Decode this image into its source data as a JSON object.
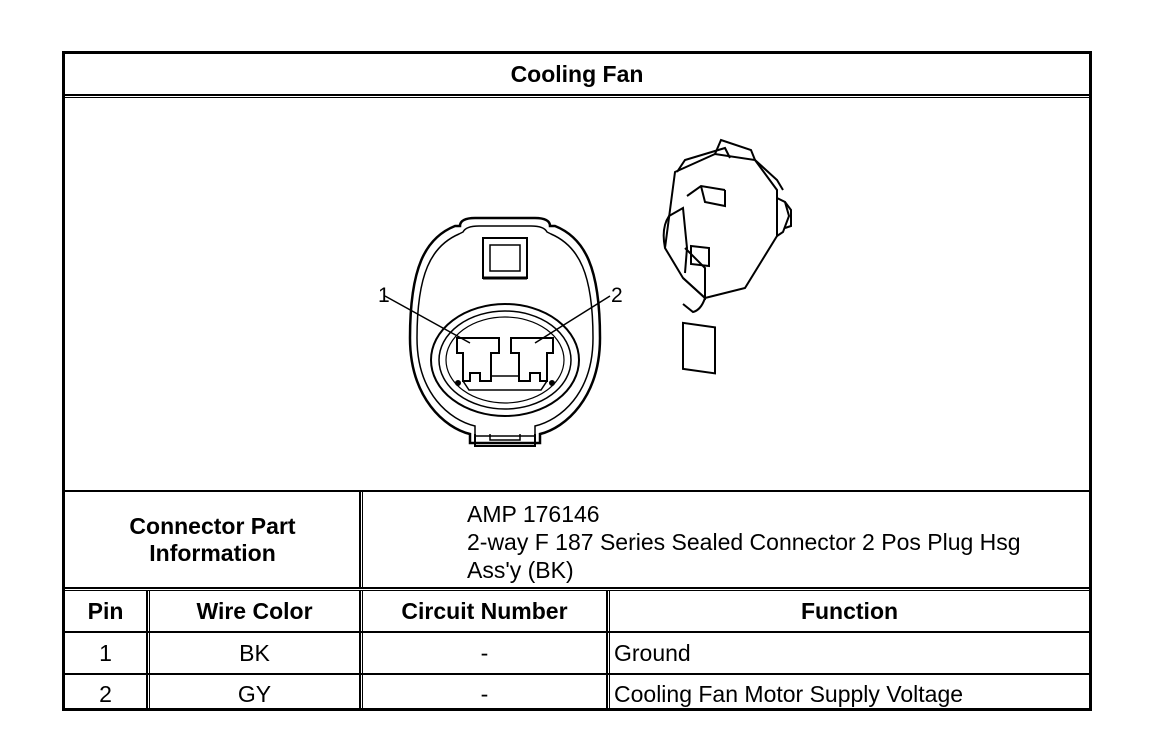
{
  "title": "Cooling Fan",
  "figure": {
    "callouts": [
      "1",
      "2"
    ],
    "connector_face_icon": "connector-face-view",
    "connector_iso_icon": "connector-isometric-view"
  },
  "part_info": {
    "label_line1": "Connector Part",
    "label_line2": "Information",
    "lines": [
      "AMP 176146",
      "2-way F 187 Series Sealed Connector 2 Pos Plug Hsg",
      "Ass'y (BK)"
    ]
  },
  "table": {
    "headers": [
      "Pin",
      "Wire Color",
      "Circuit Number",
      "Function"
    ],
    "rows": [
      [
        "1",
        "BK",
        "-",
        "Ground"
      ],
      [
        "2",
        "GY",
        "-",
        "Cooling Fan Motor Supply Voltage"
      ]
    ]
  }
}
